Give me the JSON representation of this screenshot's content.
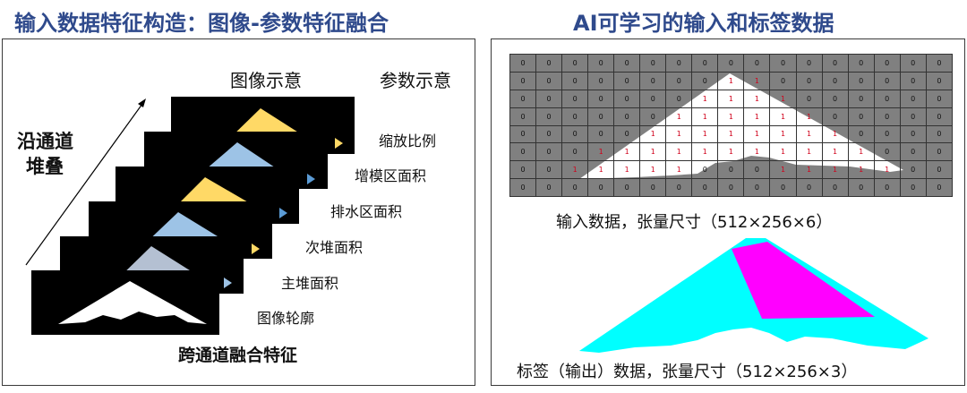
{
  "left_title": "输入数据特征构造：图像-参数特征融合",
  "right_title": "AI可学习的输入和标签数据",
  "left_panel": {
    "image_header": "图像示意",
    "param_header": "参数示意",
    "stack_label_line1": "沿通道",
    "stack_label_line2": "堆叠",
    "layers": [
      {
        "param": "缩放比例",
        "shape_color": "#ffd966"
      },
      {
        "param": "增模区面积",
        "shape_color": "#9dc3e6"
      },
      {
        "param": "排水区面积",
        "shape_color": "#ffd966"
      },
      {
        "param": "次堆面积",
        "shape_color": "#9dc3e6"
      },
      {
        "param": "主堆面积",
        "shape_color": "#b4c0d2"
      },
      {
        "param": "图像轮廓",
        "shape_color": "#ffffff"
      }
    ],
    "marker_colors": [
      "#ffd966",
      "#5b9bd5",
      "#5b9bd5",
      "#ffd966",
      "#5b9bd5",
      "#b4c0d2"
    ],
    "caption": "跨通道融合特征"
  },
  "right_panel": {
    "grid": [
      [
        "0",
        "0",
        "0",
        "0",
        "0",
        "0",
        "0",
        "0",
        "0",
        "0",
        "0",
        "0",
        "0",
        "0",
        "0",
        "0",
        "0"
      ],
      [
        "0",
        "0",
        "0",
        "0",
        "0",
        "0",
        "0",
        "0",
        "1",
        "1",
        "0",
        "0",
        "0",
        "0",
        "0",
        "0",
        "0"
      ],
      [
        "0",
        "0",
        "0",
        "0",
        "0",
        "0",
        "0",
        "1",
        "1",
        "1",
        "1",
        "0",
        "0",
        "0",
        "0",
        "0",
        "0"
      ],
      [
        "0",
        "0",
        "0",
        "0",
        "0",
        "0",
        "1",
        "1",
        "1",
        "1",
        "1",
        "1",
        "0",
        "0",
        "0",
        "0",
        "0"
      ],
      [
        "0",
        "0",
        "0",
        "0",
        "0",
        "1",
        "1",
        "1",
        "1",
        "1",
        "1",
        "1",
        "1",
        "0",
        "0",
        "0",
        "0"
      ],
      [
        "0",
        "0",
        "0",
        "1",
        "1",
        "1",
        "1",
        "1",
        "1",
        "1",
        "1",
        "1",
        "1",
        "1",
        "0",
        "0",
        "0"
      ],
      [
        "0",
        "0",
        "1",
        "1",
        "1",
        "1",
        "1",
        "0",
        "0",
        "0",
        "1",
        "1",
        "1",
        "1",
        "1",
        "0",
        "0"
      ],
      [
        "0",
        "0",
        "0",
        "0",
        "0",
        "0",
        "0",
        "0",
        "0",
        "0",
        "0",
        "0",
        "0",
        "0",
        "0",
        "0",
        "0"
      ]
    ],
    "input_caption": "输入数据，张量尺寸（512×256×6）",
    "label_caption": "标签（输出）数据，张量尺寸（512×256×3）",
    "label_colors": {
      "cyan": "#00ffff",
      "magenta": "#ff00ff"
    }
  }
}
